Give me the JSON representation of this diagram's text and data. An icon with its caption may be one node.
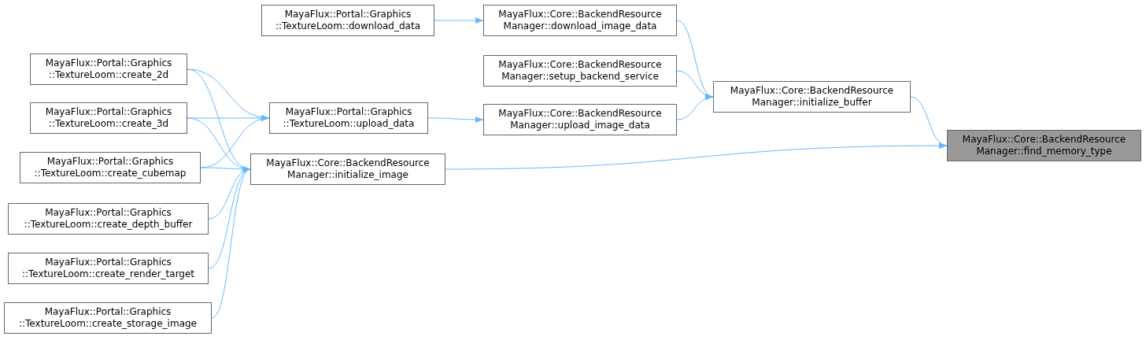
{
  "diagram": {
    "nodes": [
      {
        "text": [
          "MayaFlux::Core::BackendResource Manager::find_memory_type"
        ]
      },
      {
        "text": [
          "MayaFlux::Core::BackendResource Manager::initialize_buffer"
        ]
      },
      {
        "text": [
          "MayaFlux::Core::BackendResource Manager::initialize_image"
        ]
      },
      {
        "text": [
          "MayaFlux::Core::BackendResource Manager::download_image_data"
        ]
      },
      {
        "text": [
          "MayaFlux::Core::BackendResource Manager::setup_backend_service"
        ]
      },
      {
        "text": [
          "MayaFlux::Core::BackendResource Manager::upload_image_data"
        ]
      },
      {
        "text": [
          "MayaFlux::Portal::Graphics ::TextureLoom::download_data"
        ]
      },
      {
        "text": [
          "MayaFlux::Portal::Graphics ::TextureLoom::upload_data"
        ]
      },
      {
        "text": [
          "MayaFlux::Portal::Graphics ::TextureLoom::create_2d"
        ]
      },
      {
        "text": [
          "MayaFlux::Portal::Graphics ::TextureLoom::create_3d"
        ]
      },
      {
        "text": [
          "MayaFlux::Portal::Graphics ::TextureLoom::create_cubemap"
        ]
      },
      {
        "text": [
          "MayaFlux::Portal::Graphics ::TextureLoom::create_depth_buffer"
        ]
      },
      {
        "text": [
          "MayaFlux::Portal::Graphics ::TextureLoom::create_render_target"
        ]
      },
      {
        "text": [
          "MayaFlux::Portal::Graphics ::TextureLoom::create_storage_image"
        ]
      }
    ],
    "edges": [
      {
        "from": 1,
        "to": 0,
        "arrow": "to"
      },
      {
        "from": 2,
        "to": 0,
        "arrow": "to"
      },
      {
        "from": 3,
        "to": 1,
        "arrow": "to"
      },
      {
        "from": 4,
        "to": 1,
        "arrow": "to"
      },
      {
        "from": 5,
        "to": 1,
        "arrow": "to"
      },
      {
        "from": 6,
        "to": 3,
        "arrow": "to"
      },
      {
        "from": 7,
        "to": 5,
        "arrow": "to"
      },
      {
        "from": 8,
        "to": 7,
        "arrow": "to"
      },
      {
        "from": 8,
        "to": 2,
        "arrow": "to"
      },
      {
        "from": 9,
        "to": 7,
        "arrow": "to"
      },
      {
        "from": 9,
        "to": 2,
        "arrow": "to"
      },
      {
        "from": 10,
        "to": 7,
        "arrow": "to"
      },
      {
        "from": 10,
        "to": 2,
        "arrow": "to"
      },
      {
        "from": 11,
        "to": 2,
        "arrow": "to"
      },
      {
        "from": 12,
        "to": 2,
        "arrow": "to"
      },
      {
        "from": 13,
        "to": 2,
        "arrow": "to"
      }
    ]
  }
}
